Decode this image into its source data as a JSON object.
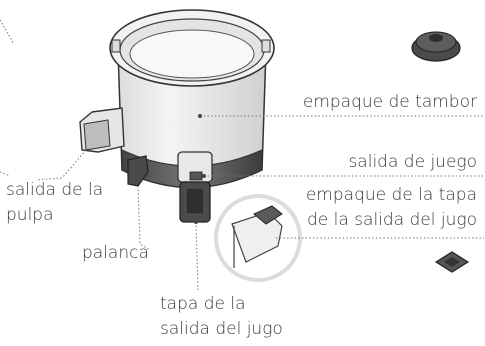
{
  "labels": {
    "drum_gasket": "empaque de tambor",
    "juice_outlet": "salida de juego",
    "juice_outlet_gasket_line1": "empaque de la tapa",
    "juice_outlet_gasket_line2": "de la salida del jugo",
    "pulp_outlet_line1": "salida de la",
    "pulp_outlet_line2": "pulpa",
    "lever": "palanca",
    "juice_cap_line1": "tapa de la",
    "juice_cap_line2": "salida del jugo"
  },
  "colors": {
    "outline": "#333333",
    "body_light": "#ececec",
    "body_mid": "#d6d6d6",
    "band_dark": "#555555",
    "part_dark": "#4a4a4a",
    "leader": "#777777",
    "text": "#3a3a3a"
  },
  "icons": {
    "drum_gasket_part": "round-cap-gasket",
    "juice_cap_gasket_part": "square-gasket",
    "detail_circle": "magnified-detail"
  }
}
